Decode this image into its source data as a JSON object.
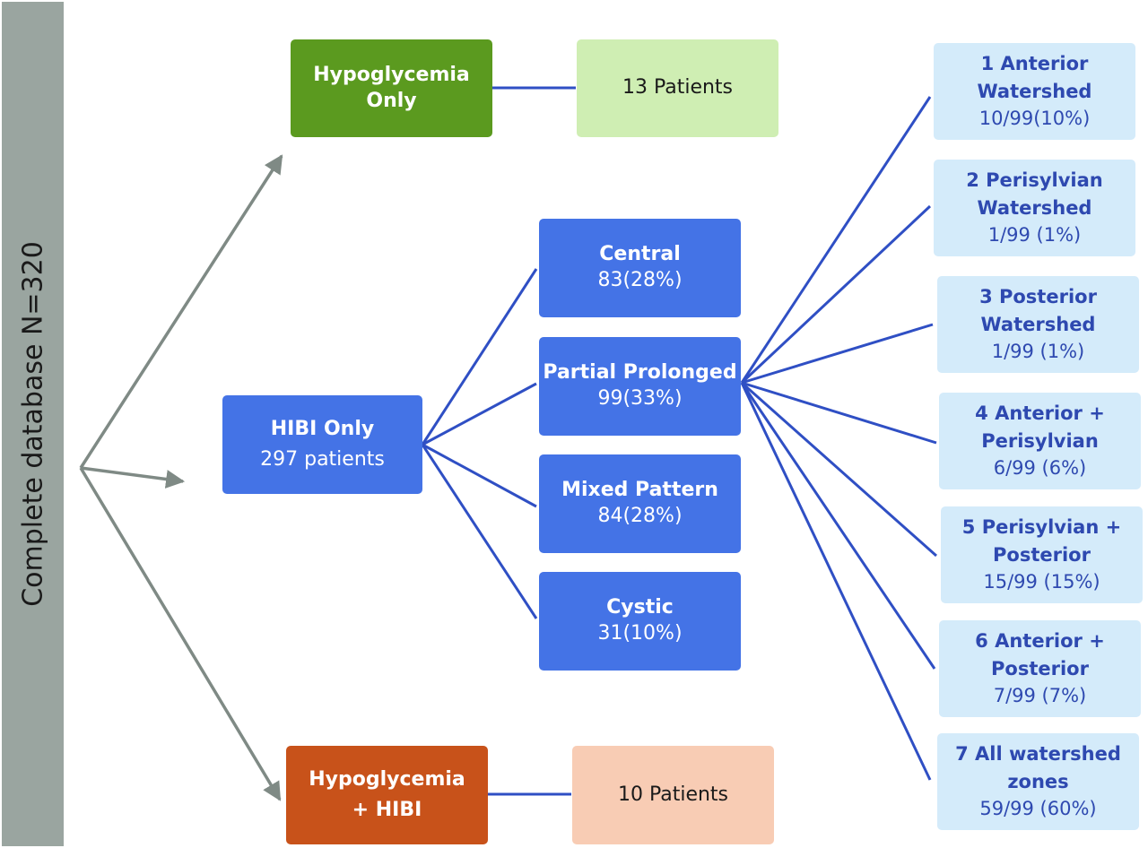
{
  "database_label": "Complete database N=320",
  "hypo_only": {
    "line1": "Hypoglycemia",
    "line2": "Only",
    "count": "13 Patients"
  },
  "hibi_only": {
    "title": "HIBI Only",
    "count": "297 patients"
  },
  "hypo_hibi": {
    "line1": "Hypoglycemia",
    "line2": "+ HIBI",
    "count": "10 Patients"
  },
  "patterns": [
    {
      "name": "Central",
      "value": "83(28%)"
    },
    {
      "name": "Partial Prolonged",
      "value": "99(33%)"
    },
    {
      "name": "Mixed Pattern",
      "value": "84(28%)"
    },
    {
      "name": "Cystic",
      "value": "31(10%)"
    }
  ],
  "zones": [
    {
      "line1": "1 Anterior",
      "line2": "Watershed",
      "value": "10/99(10%)"
    },
    {
      "line1": "2 Perisylvian",
      "line2": "Watershed",
      "value": "1/99 (1%)"
    },
    {
      "line1": "3 Posterior",
      "line2": "Watershed",
      "value": "1/99 (1%)"
    },
    {
      "line1": "4 Anterior +",
      "line2": "Perisylvian",
      "value": "6/99 (6%)"
    },
    {
      "line1": "5 Perisylvian +",
      "line2": "Posterior",
      "value": "15/99 (15%)"
    },
    {
      "line1": "6 Anterior +",
      "line2": "Posterior",
      "value": "7/99 (7%)"
    },
    {
      "line1": "7 All watershed",
      "line2": "zones",
      "value": "59/99 (60%)"
    }
  ],
  "colors": {
    "gray_arrow": "#7f8a85",
    "blue_line": "#2f4fc4",
    "hypo_green": "#5b9a1f",
    "hibi_blue": "#4473e6",
    "hypo_hibi_orange": "#c8521a"
  }
}
